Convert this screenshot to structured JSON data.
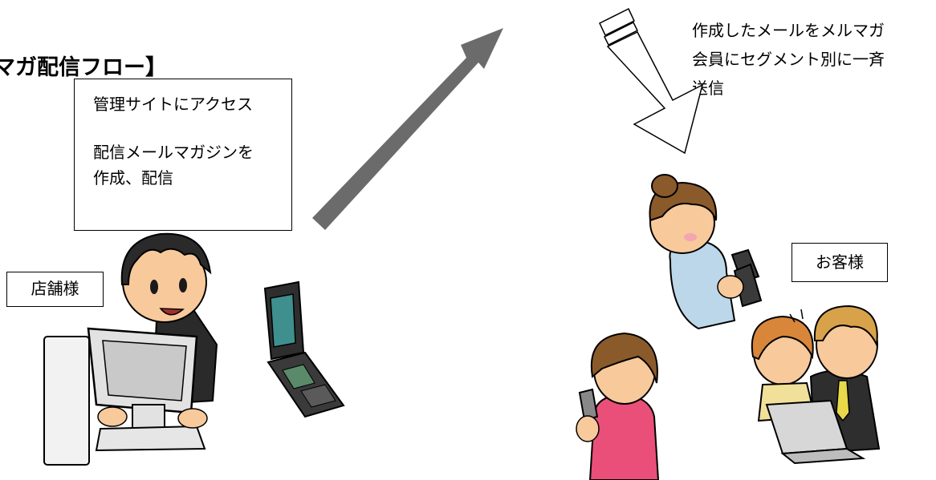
{
  "title": "マガ配信フロー】",
  "admin_box": {
    "line1": "管理サイトにアクセス",
    "line2": "配信メールマガジンを",
    "line3": "作成、配信"
  },
  "store_label": "店舗様",
  "customer_label": "お客様",
  "send_note": {
    "line1": "作成したメールをメルマガ",
    "line2": "会員にセグメント別に一斉",
    "line3": "送信"
  },
  "colors": {
    "arrow": "#6b6b6b",
    "skin": "#f7c99b",
    "hair_dark": "#2a2a2a",
    "hair_brown": "#8a5a2b",
    "hair_blond": "#d8a24a",
    "phone_screen": "#3f8f8f",
    "shirt_blue": "#bcd7ea",
    "shirt_pink": "#e94f78",
    "monitor": "#e2e2e2"
  }
}
